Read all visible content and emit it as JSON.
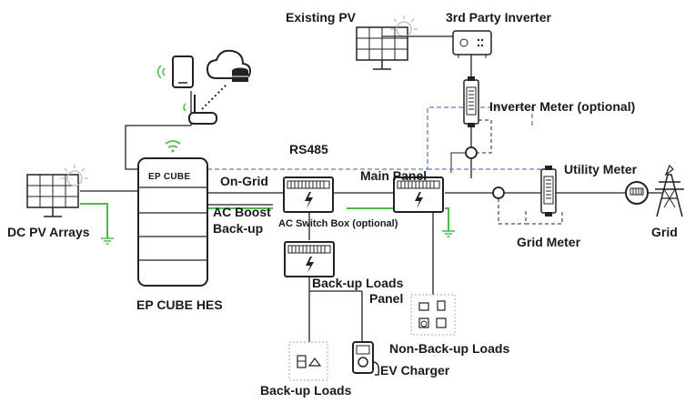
{
  "colors": {
    "line": "#222222",
    "ground": "#4cbb4a",
    "rs485": "#5b7fc4",
    "wifi": "#4cbb4a",
    "sun": "#bbbbbb"
  },
  "icons": {
    "solar": "solar-panel-icon",
    "phone": "smartphone-icon",
    "cloud": "cloud-database-icon",
    "router": "router-icon",
    "battery": "battery-stack-icon",
    "panel": "electrical-panel-icon",
    "meter": "meter-icon",
    "tower": "transmission-tower-icon",
    "charger": "ev-charger-icon",
    "loads": "home-appliances-icon"
  },
  "labels": {
    "existing_pv": "Existing PV",
    "third_party_inverter": "3rd Party Inverter",
    "inverter_meter": "Inverter Meter (optional)",
    "rs485": "RS485",
    "utility_meter": "Utility Meter",
    "main_panel": "Main Panel",
    "on_grid": "On-Grid",
    "ac_boost": "AC Boost",
    "back_up": "Back-up",
    "ac_switch_box": "AC Switch Box (optional)",
    "dc_pv_arrays": "DC PV Arrays",
    "grid": "Grid",
    "grid_meter": "Grid Meter",
    "back_up_loads_panel_1": "Back-up Loads",
    "back_up_loads_panel_2": "Panel",
    "ep_cube_hes": "EP CUBE HES",
    "ep_cube_brand": "EP CUBE",
    "non_back_up_loads": "Non-Back-up Loads",
    "ev_charger": "EV Charger",
    "back_up_loads": "Back-up Loads"
  }
}
